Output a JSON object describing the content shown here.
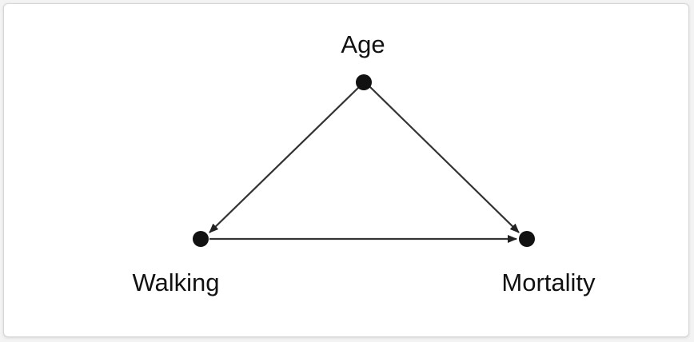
{
  "diagram": {
    "nodes": [
      {
        "id": "age",
        "label": "Age"
      },
      {
        "id": "walking",
        "label": "Walking"
      },
      {
        "id": "mortality",
        "label": "Mortality"
      }
    ],
    "edges": [
      {
        "from": "age",
        "to": "walking"
      },
      {
        "from": "age",
        "to": "mortality"
      },
      {
        "from": "walking",
        "to": "mortality"
      }
    ]
  },
  "colors": {
    "node": "#111111",
    "edge": "#333333",
    "frame_border": "#d6d6d6",
    "background": "#ffffff"
  }
}
